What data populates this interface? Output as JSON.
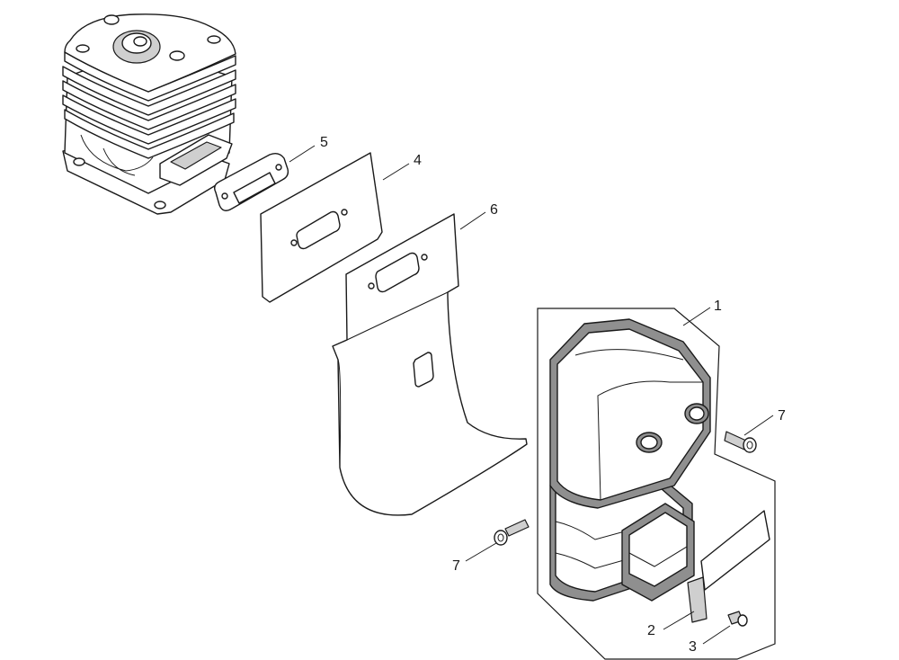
{
  "callouts": {
    "c1": "1",
    "c2": "2",
    "c3": "3",
    "c4": "4",
    "c5": "5",
    "c6": "6",
    "c7a": "7",
    "c7b": "7"
  },
  "colors": {
    "line": "#1a1a1a",
    "fill_dark": "#8f8f8f",
    "fill_mid": "#cfcfcf",
    "background": "#ffffff"
  }
}
